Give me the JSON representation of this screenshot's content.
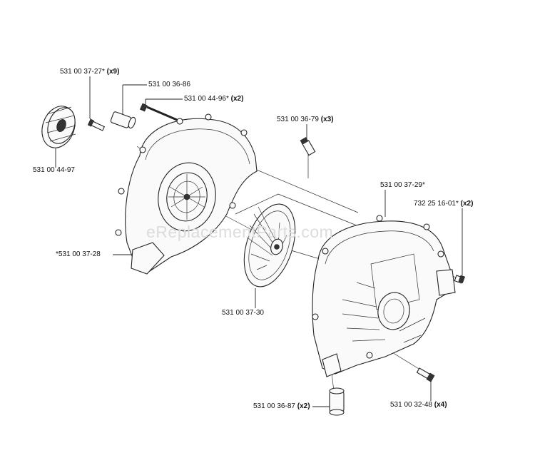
{
  "watermark": "eReplacementParts.com",
  "callouts": [
    {
      "id": "c1",
      "part": "531 00 37-27*",
      "qty": "(x9)"
    },
    {
      "id": "c2",
      "part": "531 00 36-86",
      "qty": ""
    },
    {
      "id": "c3",
      "part": "531 00 44-96*",
      "qty": "(x2)"
    },
    {
      "id": "c4",
      "part": "531 00 36-79",
      "qty": "(x3)"
    },
    {
      "id": "c5",
      "part": "531 00 44-97",
      "qty": ""
    },
    {
      "id": "c6",
      "part": "531 00 37-29*",
      "qty": ""
    },
    {
      "id": "c7",
      "part": "732 25 16-01*",
      "qty": "(x2)"
    },
    {
      "id": "c8",
      "part": "*531 00 37-28",
      "qty": ""
    },
    {
      "id": "c9",
      "part": "531 00 37-30",
      "qty": ""
    },
    {
      "id": "c10",
      "part": "531 00 36-87",
      "qty": "(x2)"
    },
    {
      "id": "c11",
      "part": "531 00 32-48",
      "qty": "(x4)"
    }
  ]
}
